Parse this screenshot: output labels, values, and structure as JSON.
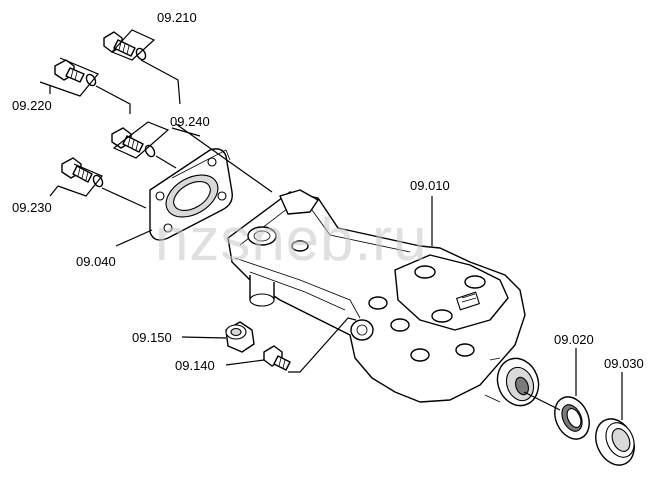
{
  "watermark": "nzsneb.ru",
  "callouts": [
    {
      "id": "09.210",
      "text": "09.210"
    },
    {
      "id": "09.220",
      "text": "09.220"
    },
    {
      "id": "09.240",
      "text": "09.240"
    },
    {
      "id": "09.230",
      "text": "09.230"
    },
    {
      "id": "09.040",
      "text": "09.040"
    },
    {
      "id": "09.010",
      "text": "09.010"
    },
    {
      "id": "09.150",
      "text": "09.150"
    },
    {
      "id": "09.140",
      "text": "09.140"
    },
    {
      "id": "09.020",
      "text": "09.020"
    },
    {
      "id": "09.030",
      "text": "09.030"
    }
  ]
}
